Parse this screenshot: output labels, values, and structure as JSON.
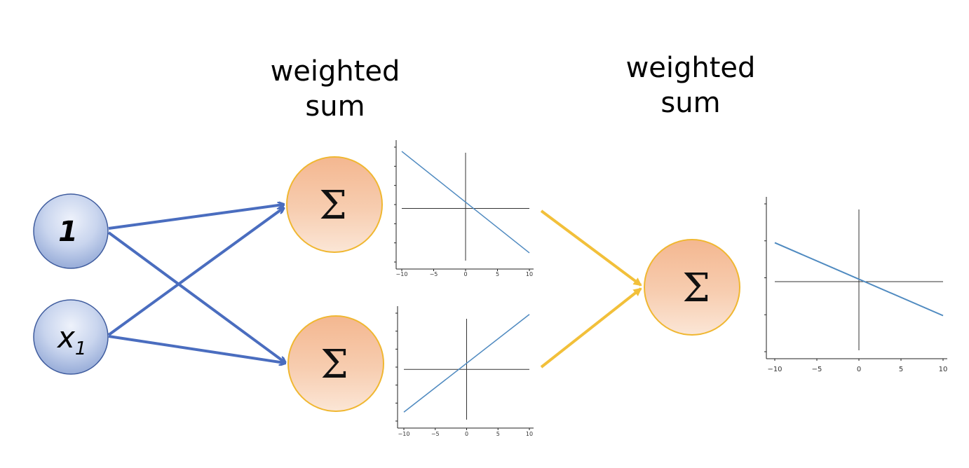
{
  "labels": {
    "weighted_sum_1_line1": "weighted",
    "weighted_sum_1_line2": "sum",
    "weighted_sum_2_line1": "weighted",
    "weighted_sum_2_line2": "sum"
  },
  "inputs": {
    "bias_label": "1",
    "x_main": "x",
    "x_sub": "1"
  },
  "sum_symbol": "Σ",
  "colors": {
    "input_edge": "#3f5c9e",
    "input_arrow": "#4a6dbf",
    "sum_edge": "#f0b731",
    "yellow_arrow": "#f2c03a",
    "plot_line": "#4f8ac0"
  },
  "chart_data": [
    {
      "type": "line",
      "name_hint": "hidden-unit-1",
      "x": [
        -10,
        10
      ],
      "y": [
        9,
        -7
      ],
      "xlim": [
        -10,
        10
      ],
      "ylim": [
        -8,
        10
      ],
      "xticks": [
        "−10",
        "−5",
        "0",
        "5",
        "10"
      ]
    },
    {
      "type": "line",
      "name_hint": "hidden-unit-2",
      "x": [
        -10,
        10
      ],
      "y": [
        -7,
        9
      ],
      "xlim": [
        -10,
        10
      ],
      "ylim": [
        -8,
        10
      ],
      "xticks": [
        "−10",
        "−5",
        "0",
        "5",
        "10"
      ]
    },
    {
      "type": "line",
      "name_hint": "output-unit",
      "x": [
        -10,
        10
      ],
      "y": [
        5.5,
        -4.8
      ],
      "xlim": [
        -10,
        10
      ],
      "ylim": [
        -10,
        10
      ],
      "xticks": [
        "−10",
        "−5",
        "0",
        "5",
        "10"
      ]
    }
  ]
}
